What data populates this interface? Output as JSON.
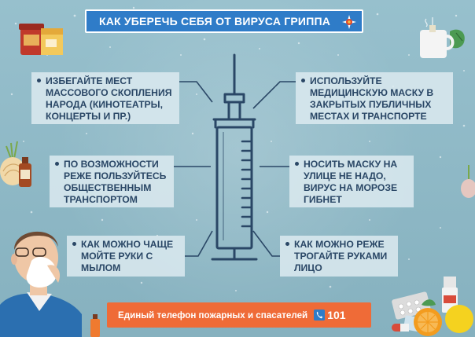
{
  "title": "КАК УБЕРЕЧЬ СЕБЯ ОТ ВИРУСА ГРИППА",
  "tips": [
    {
      "text": "ИЗБЕГАЙТЕ МЕСТ МАССОВОГО СКОПЛЕНИЯ НАРОДА (КИНОТЕАТРЫ, КОНЦЕРТЫ И ПР.)"
    },
    {
      "text": "ИСПОЛЬЗУЙТЕ МЕДИЦИНСКУЮ МАСКУ В ЗАКРЫТЫХ ПУБЛИЧНЫХ МЕСТАХ И ТРАНСПОРТЕ"
    },
    {
      "text": "ПО ВОЗМОЖНОСТИ РЕЖЕ ПОЛЬЗУЙТЕСЬ ОБЩЕСТВЕННЫМ ТРАНСПОРТОМ"
    },
    {
      "text": "НОСИТЬ МАСКУ НА УЛИЦЕ НЕ НАДО, ВИРУС НА МОРОЗЕ ГИБНЕТ"
    },
    {
      "text": "КАК МОЖНО ЧАЩЕ МОЙТЕ РУКИ С МЫЛОМ"
    },
    {
      "text": "КАК МОЖНО РЕЖЕ ТРОГАЙТЕ РУКАМИ ЛИЦО"
    }
  ],
  "footer": {
    "label": "Единый телефон пожарных и спасателей",
    "number": "101"
  },
  "colors": {
    "background": "#8fb8c6",
    "banner": "#2f7cc8",
    "footer": "#ef6b37",
    "text": "#2a4766",
    "syringe": "#2a4766"
  },
  "icons": [
    "emblem-icon",
    "syringe-icon",
    "phone-icon",
    "honey-jar-icon",
    "tea-cup-icon",
    "onion-icon",
    "medicine-bottle-icon",
    "sick-person-icon",
    "pills-icon",
    "citrus-icon"
  ]
}
